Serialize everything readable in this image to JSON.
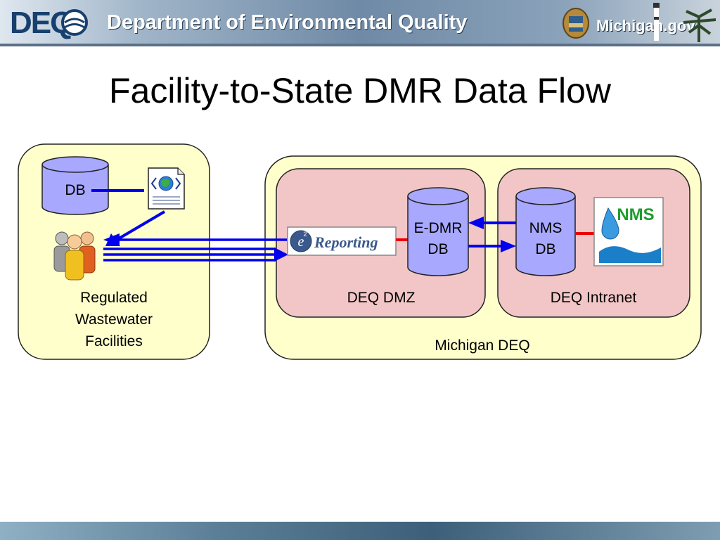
{
  "header": {
    "logo_text": "DEQ",
    "department_title": "Department of Environmental Quality",
    "state_site": "Michigan.gov"
  },
  "slide": {
    "title": "Facility-to-State DMR Data Flow"
  },
  "diagram": {
    "facility_db_label": "DB",
    "facility_group_label": [
      "Regulated",
      "Wastewater",
      "Facilities"
    ],
    "edmr_db_label": [
      "E-DMR",
      "DB"
    ],
    "nms_db_label": [
      "NMS",
      "DB"
    ],
    "dmz_zone_label": "DEQ DMZ",
    "intranet_zone_label": "DEQ Intranet",
    "michigan_deq_label": "Michigan DEQ",
    "e2_reporting_logo": {
      "prefix": "e",
      "superscript": "2",
      "text": "Reporting"
    },
    "nms_logo_text": "NMS"
  },
  "colors": {
    "facility_box_fill": "#ffffcc",
    "zone_fill": "#f2c6c6",
    "cylinder_fill": "#a8a8ff",
    "arrow_blue": "#0000ee",
    "connector_red": "#ee0000"
  },
  "icons": [
    "deq-logo-icon",
    "michigan-seal-icon",
    "lighthouse-icon",
    "database-cylinder-icon",
    "xml-document-icon",
    "people-group-icon",
    "nms-water-drop-icon"
  ]
}
